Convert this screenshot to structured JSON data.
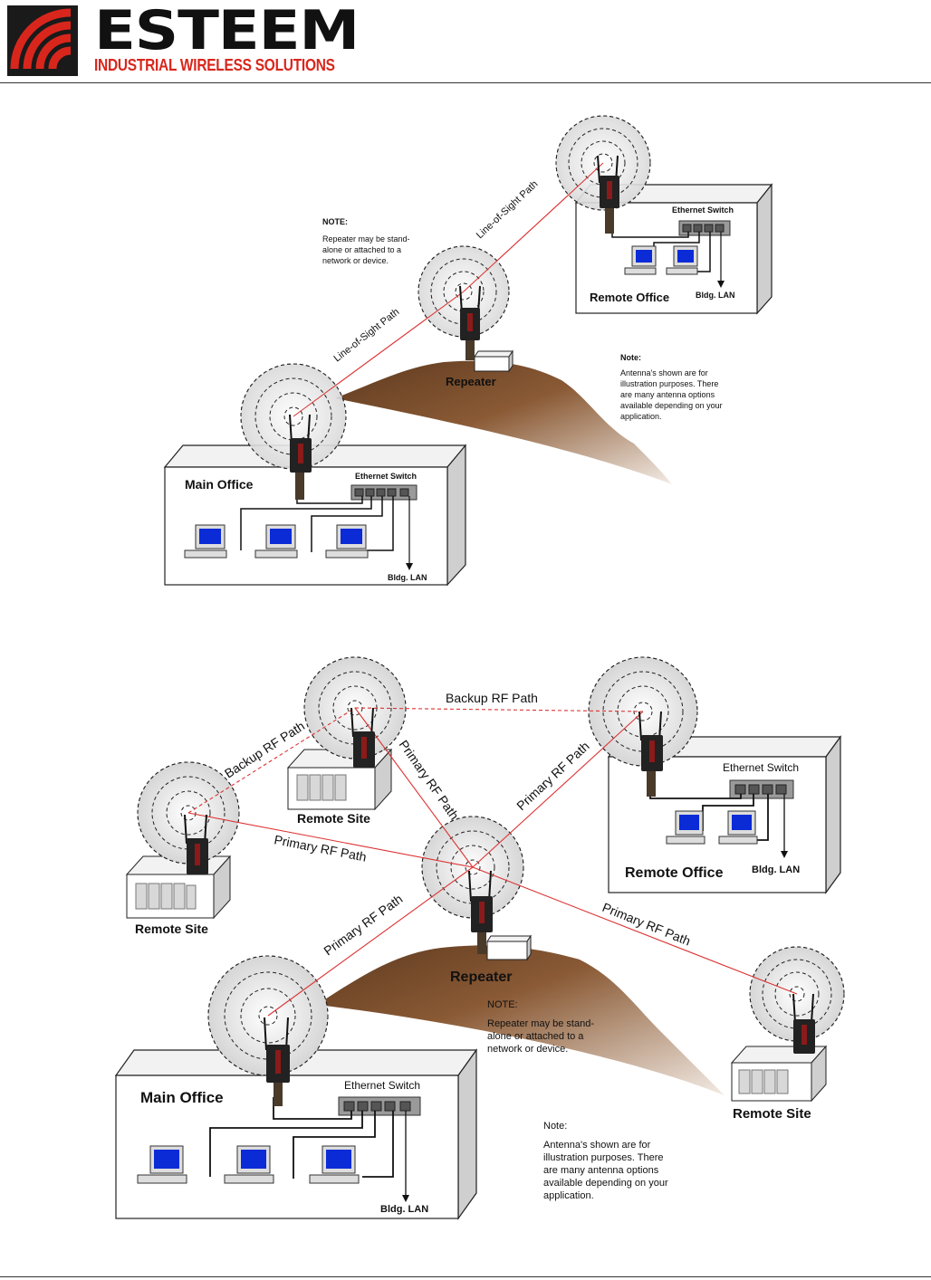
{
  "header": {
    "brand": "ESTEEM",
    "tagline": "INDUSTRIAL WIRELESS SOLUTIONS",
    "logo_icon": "radio-waves-logo-icon",
    "colors": {
      "brand_red": "#d9261c",
      "logo_bg": "#1a1a1a"
    }
  },
  "diagram1": {
    "note": {
      "title": "NOTE:",
      "lines": [
        "Repeater may be stand-",
        "alone or attached to a",
        "network or device."
      ]
    },
    "path_upper": "Line-of-Sight Path",
    "path_lower": "Line-of-Sight Path",
    "repeater_label": "Repeater",
    "remote_office": {
      "label": "Remote Office",
      "switch": "Ethernet Switch",
      "lan": "Bldg. LAN"
    },
    "main_office": {
      "label": "Main Office",
      "switch": "Ethernet Switch",
      "lan": "Bldg. LAN"
    },
    "antenna_note": {
      "title": "Note:",
      "lines": [
        "Antenna's shown are for",
        "illustration purposes.  There",
        "are many antenna options",
        "available depending on your",
        "application."
      ]
    }
  },
  "diagram2": {
    "backup_top": "Backup RF Path",
    "backup_left": "Backup RF Path",
    "primary_labels": {
      "left_horizontal": "Primary RF Path",
      "site_to_repeater": "Primary RF Path",
      "office_to_repeater": "Primary RF Path",
      "main_to_repeater": "Primary RF Path",
      "repeater_to_right": "Primary RF Path"
    },
    "repeater_label": "Repeater",
    "remote_site_left": "Remote Site",
    "remote_site_top": "Remote Site",
    "remote_site_right": "Remote Site",
    "remote_office": {
      "label": "Remote Office",
      "switch": "Ethernet Switch",
      "lan": "Bldg. LAN"
    },
    "main_office": {
      "label": "Main Office",
      "switch": "Ethernet Switch",
      "lan": "Bldg. LAN"
    },
    "note": {
      "title": "NOTE:",
      "lines": [
        "Repeater may be stand-",
        "alone or attached to a",
        "network or device."
      ]
    },
    "antenna_note": {
      "title": "Note:",
      "lines": [
        "Antenna's shown are for",
        "illustration purposes.  There",
        "are many antenna options",
        "available depending on your",
        "application."
      ]
    }
  }
}
